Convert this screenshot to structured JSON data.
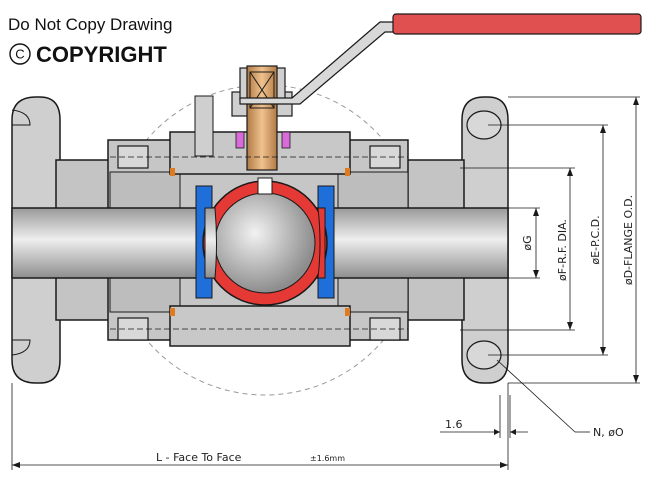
{
  "notice": {
    "line1": "Do Not Copy Drawing",
    "copyright_symbol": "C",
    "line2": "COPYRIGHT"
  },
  "dimensions": {
    "g": "øG",
    "f": "øF-R.F. DIA.",
    "e": "øE-P.C.D.",
    "d": "øD-FLANGE O.D.",
    "rf_height": "1.6",
    "bolt_holes": "N, øO",
    "face_to_face": "L - Face To Face",
    "tolerance": "±1.6mm"
  },
  "colors": {
    "body": "#c8c8c8",
    "outline": "#1a1a1a",
    "ball_seat_red": "#e53935",
    "seat_blue": "#1e6fd9",
    "stem": "#d8a06a",
    "lever_grip": "#e05050",
    "gasket_orange": "#e07a20"
  }
}
